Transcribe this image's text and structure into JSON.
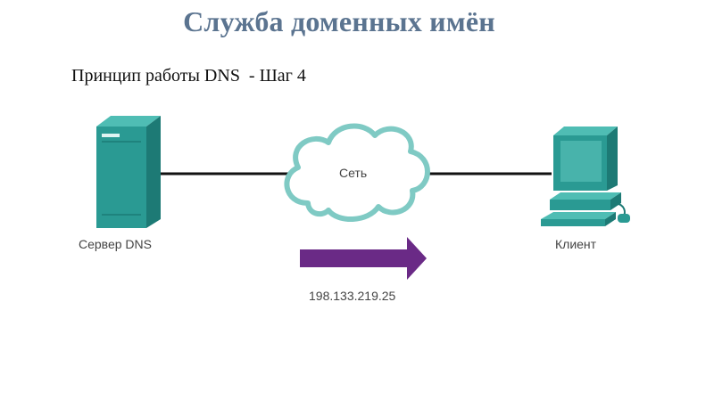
{
  "title": "Служба доменных имён",
  "subtitle": "Принцип работы DNS  - Шаг 4",
  "diagram": {
    "server_label": "Сервер DNS",
    "network_label": "Сеть",
    "client_label": "Клиент",
    "ip_address": "198.133.219.25",
    "arrow_direction": "right",
    "colors": {
      "title": "#5b7490",
      "device_teal": "#2a9a93",
      "arrow_purple": "#6a2a86",
      "link_line": "#111111"
    }
  }
}
